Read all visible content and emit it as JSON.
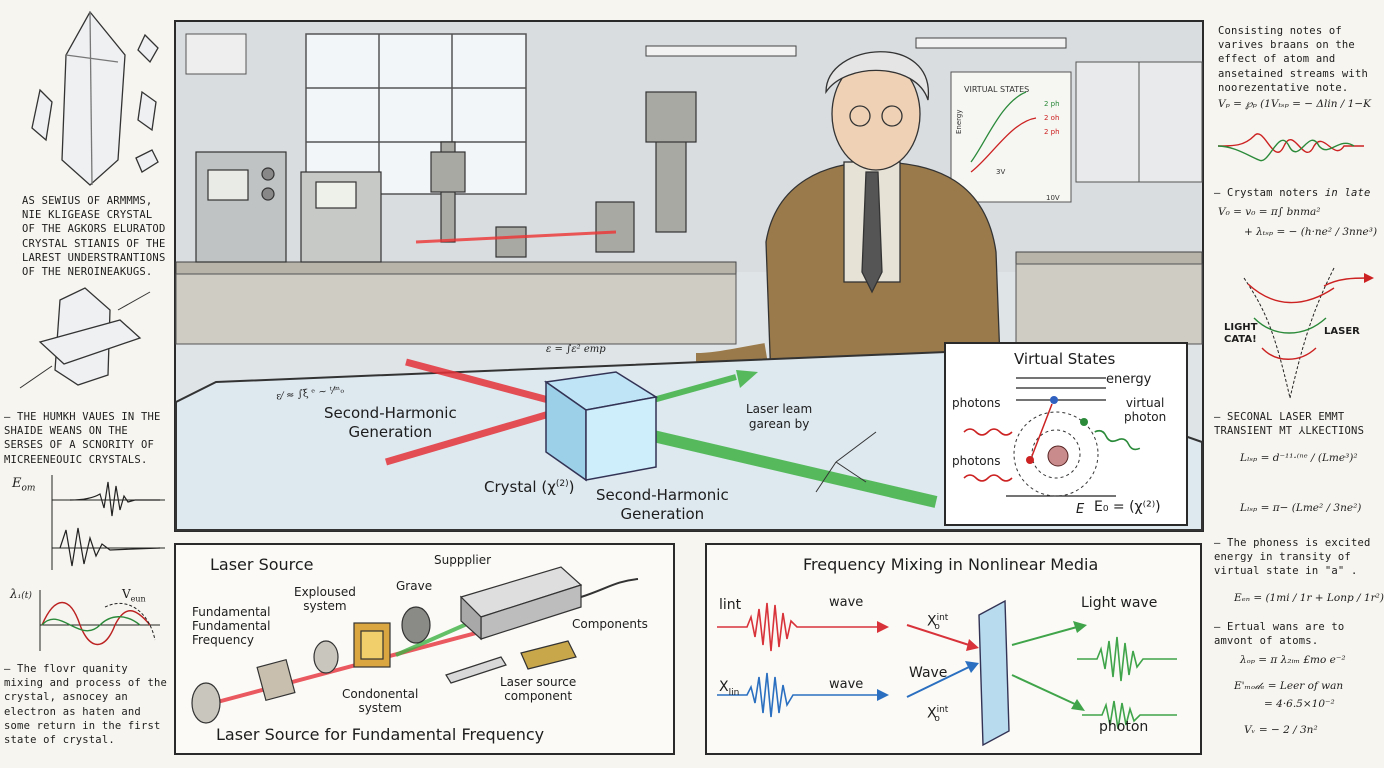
{
  "left_column": {
    "note1": "AS SEWIUS OF ARMMMS, NIE KLIGEASE CRYSTAL OF THE AGKORS ELURATOD CRYSTAL STIANIS OF THE LAREST UNDERSTRANTIONS OF THE NEROINEAKUGS.",
    "note2": "– THE HUMKH VAUES IN THE SHAIDE WEANS ON THE SERSES OF A SCNORITY OF MICREENEOUIC CRYSTALS.",
    "graph1_label": "E",
    "graph1_sub": "om",
    "graph2_label": "λ",
    "graph2_sub": "₁(t)",
    "graph2_tag": "V",
    "graph2_tag_sub": "eun",
    "note3": "– The flovr quanity mixing and process of the crystal, asnocey an electron as haten and some return in the first state of crystal."
  },
  "main_scene": {
    "table_formula": "ε = ∫ε² emp",
    "table_scribble": "ε⁄ ≈ ∫ξ ᵉ ∼ ᵗ⁄ᵐₒ",
    "shg_label_1": "Second-Harmonic",
    "shg_label_2": "Generation",
    "crystal_label": "Crystal (χ",
    "crystal_sup": "(2)",
    "crystal_close": ")",
    "laser_label_1": "Laser leam",
    "laser_label_2": "garean by",
    "shg2_label_1": "Second-Harmonic",
    "shg2_label_2": "Generation",
    "wall_chart_title": "VIRTUAL STATES",
    "wall_chart_ylabel": "Energy",
    "wall_chart_l1": "2 ph",
    "wall_chart_l2": "2 oh",
    "wall_chart_l3": "2 ph",
    "wall_chart_t1": "3V",
    "wall_chart_t2": "10V"
  },
  "virtual_states": {
    "title": "Virtual States",
    "energy": "energy",
    "photons_top": "photons",
    "photons_bottom": "photons",
    "virtual_1": "virtual",
    "virtual_2": "photon",
    "equation_e": "E",
    "equation": "E₀ = (χ⁽²⁾)"
  },
  "laser_source": {
    "title": "Laser Source",
    "suppplier": "Suppplier",
    "grave": "Grave",
    "explosed_1": "Exploused",
    "explosed_2": "system",
    "fundamental_1": "Fundamental",
    "fundamental_2": "Fundamental",
    "fundamental_3": "Frequency",
    "components": "Components",
    "condonental_1": "Condonental",
    "condonental_2": "system",
    "laser_comp_1": "Laser source",
    "laser_comp_2": "component",
    "caption": "Laser Source for Fundamental Frequency"
  },
  "frequency_mixing": {
    "title": "Frequency Mixing in Nonlinear Media",
    "lint": "lint",
    "wave_top": "wave",
    "xlin": "X",
    "xlin_sub": "lin",
    "wave_bottom": "wave",
    "x0_top": "X",
    "x0_top_sup": "int",
    "x0_top_sub": "o",
    "wave_mid": "Wave",
    "x0_bottom": "X",
    "x0_bottom_sup": "int",
    "x0_bottom_sub": "o",
    "light_wave": "Light wave",
    "photon": "photon"
  },
  "right_column": {
    "note1": "Consisting notes of varives braans on the effect of atom and ansetained streams with noorezentative note.",
    "eq1": "Vₚ = ℘ₚ (1Vₜₛₚ = − Δlin / 1−K",
    "note2a": "– Crystam noters",
    "note2b": "in late",
    "eq2": "V₀ = v₀ = π∫ bnma²",
    "eq3": "+ λₜₛₚ = − (h·ne² / 3nne³)",
    "light_cata_1": "LIGHT",
    "light_cata_2": "CATA!",
    "laser_tag": "LASER",
    "note3": "– SECONAL LASER EMMT TRANSIENT MT ⅄LKECTIONS",
    "eq4": "Lₗₛₚ = d⁻¹¹·⁽ⁿᵉ / (Lme³)²",
    "eq5": "Lₗₛₚ = π− (Lme² / 3ne²)",
    "note4": "– The phoness is excited energy in transity of virtual state in \"a\" .",
    "eq6": "Eₑₙ = (1mi / 1r + Lonp / 1r²)",
    "note5": "– Ertual wans are to amvont of atoms.",
    "eq7": "λₒₚ = π λ₂ᵢₘ £mo e⁻²",
    "eq8a": "E'ₘₒ𝒹ₑ = Leer of wan",
    "eq8b": "= 4·6.5×10⁻²",
    "eq9": "Vᵥ = − 2 / 3n²"
  }
}
